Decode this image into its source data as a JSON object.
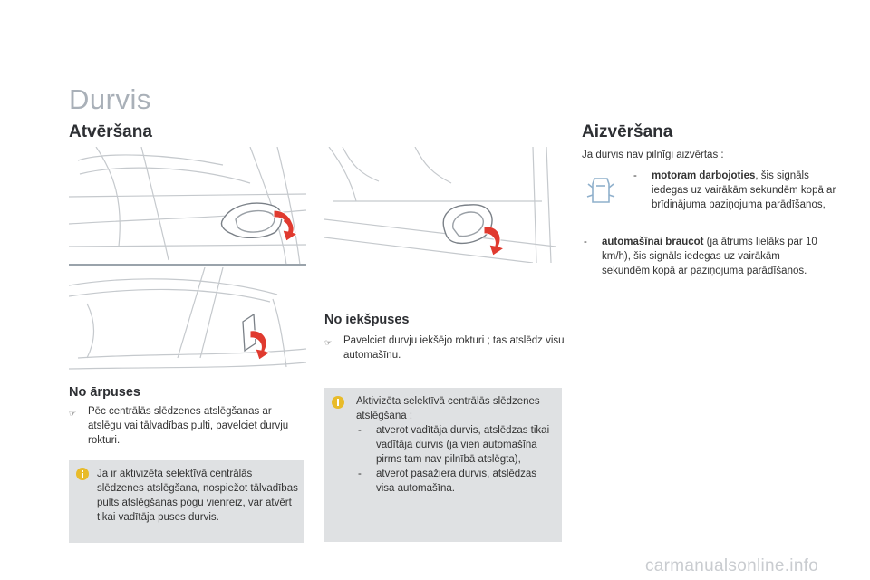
{
  "page": {
    "title": "Durvis"
  },
  "opening": {
    "heading": "Atvēršana",
    "outside": {
      "heading": "No ārpuses",
      "bullet": "Pēc centrālās slēdzenes atslēgšanas ar atslēgu vai tālvadības pulti, pavelciet durvju rokturi.",
      "note": "Ja ir aktivizēta selektīvā centrālās slēdzenes atslēgšana, nospiežot tālvadības pults atslēgšanas pogu vienreiz, var atvērt tikai vadītāja puses durvis."
    },
    "inside": {
      "heading": "No iekšpuses",
      "bullet": "Pavelciet durvju iekšējo rokturi ; tas atslēdz visu automašīnu.",
      "note_intro": "Aktivizēta selektīvā centrālās slēdzenes atslēgšana :",
      "note_items": [
        "atverot vadītāja durvis, atslēdzas tikai vadītāja durvis (ja vien automašīna pirms tam nav pilnībā atslēgta),",
        "atverot pasažiera durvis, atslēdzas visa automašīna."
      ]
    }
  },
  "closing": {
    "heading": "Aizvēršana",
    "intro": "Ja durvis nav pilnīgi aizvērtas :",
    "item1_bold": "motoram darbojoties",
    "item1_rest": ", šis signāls iedegas uz vairākām sekundēm kopā ar brīdinājuma paziņojuma parādīšanos,",
    "item2_bold": "automašīnai braucot",
    "item2_rest": " (ja ātrums lielāks par 10 km/h), šis signāls iedegas uz vairākām sekundēm kopā ar paziņojuma parādīšanos."
  },
  "watermark": "carmanualsonline.info",
  "icons": {
    "bullet": "finger-pointer-icon",
    "info": "info-icon",
    "door-warning": "door-open-warning-icon"
  },
  "colors": {
    "accent_arrow": "#e03a2f",
    "note_bg": "#dfe1e3",
    "title": "#a9b0b8"
  }
}
